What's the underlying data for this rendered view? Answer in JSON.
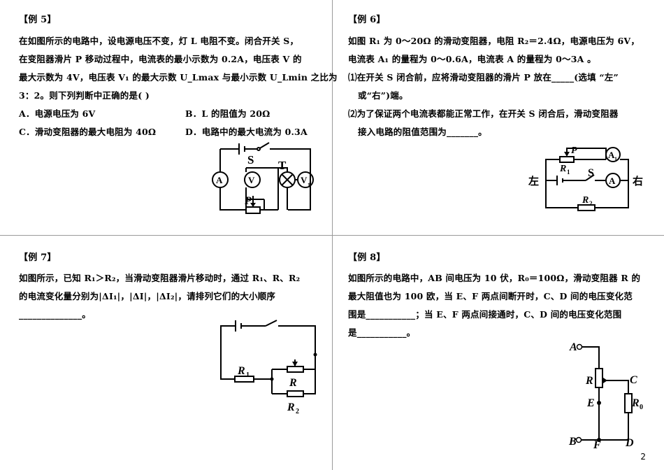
{
  "ex5": {
    "title": "【例 5】",
    "line1": "在如图所示的电路中，设电源电压不变，灯 L 电阻不变。闭合开关 S，",
    "line2": "在变阻器滑片 P 移动过程中，电流表的最小示数为 0.2A，电压表 V 的",
    "line3": "最大示数为 4V，电压表 V₁ 的最大示数 U_Lmax 与最小示数 U_Lmin 之比为",
    "line4": "3：2。则下列判断中正确的是(        )",
    "optA": "A．电源电压为 6V",
    "optB": "B．L 的阻值为 20Ω",
    "optC": "C．滑动变阻器的最大电阻为 40Ω",
    "optD": "D．电路中的最大电流为 0.3A",
    "fig": {
      "S": "S",
      "T": "T",
      "A": "A",
      "V": "V",
      "V1": "V",
      "V1sub": "1",
      "P": "P"
    }
  },
  "ex6": {
    "title": "【例 6】",
    "line1": "如图 R₁ 为 0～20Ω 的滑动变阻器，电阻 R₂＝2.4Ω，电源电压为 6V，",
    "line2": "电流表 A₁ 的量程为 0～0.6A，电流表 A 的量程为 0～3A 。",
    "line3": "⑴在开关 S 闭合前，应将滑动变阻器的滑片 P 放在_____(选填 “左”",
    "line4": "或“右”)端。",
    "line5": "⑵为了保证两个电流表都能正常工作，在开关 S 闭合后，滑动变阻器",
    "line6": "接入电路的阻值范围为_______。",
    "fig": {
      "P": "P",
      "R1": "R",
      "R1sub": "1",
      "A1": "A",
      "A1sub": "1",
      "S": "S",
      "A": "A",
      "left": "左",
      "right": "右",
      "R2": "R",
      "R2sub": "2"
    }
  },
  "ex7": {
    "title": "【例 7】",
    "line1": "如图所示，已知 R₁＞R₂，当滑动变阻器滑片移动时，通过 R₁、R、R₂",
    "line2": "的电流变化量分别为|ΔI₁|，|ΔI|，|ΔI₂|，请排列它们的大小顺序",
    "line3": "______________。",
    "fig": {
      "R1": "R",
      "R1sub": "1",
      "R": "R",
      "R2": "R",
      "R2sub": "2"
    }
  },
  "ex8": {
    "title": "【例 8】",
    "line1": "如图所示的电路中，AB 间电压为 10 伏，R₀＝100Ω，滑动变阻器 R 的",
    "line2": "最大阻值也为 100 欧，当 E、F 两点间断开时，C、D 间的电压变化范",
    "line3": "围是___________；当 E、F 两点间接通时，C、D 间的电压变化范围",
    "line4": "是___________。",
    "fig": {
      "A": "A",
      "R": "R",
      "C": "C",
      "E": "E",
      "R0": "R",
      "R0sub": "0",
      "B": "B",
      "F": "F",
      "D": "D"
    }
  },
  "page_number": "2"
}
